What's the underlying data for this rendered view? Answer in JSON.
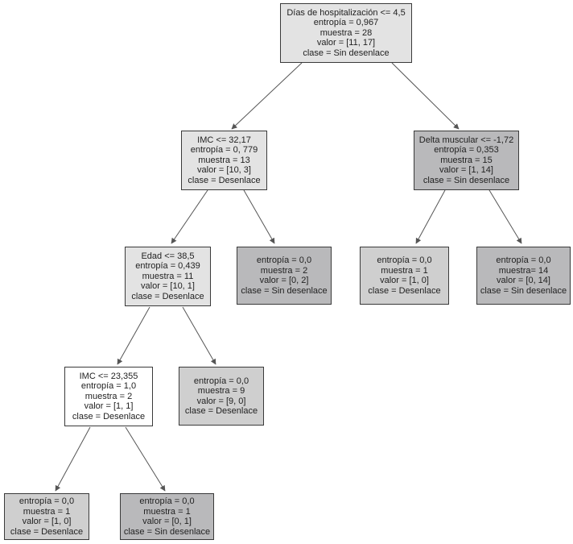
{
  "tree": {
    "root": {
      "lines": [
        "Días de hospitalización <= 4,5",
        "entropía = 0,967",
        "muestra = 28",
        "valor = [11, 17]",
        "clase = Sin desenlace"
      ]
    },
    "imc_1": {
      "lines": [
        "IMC <= 32,17",
        "entropía = 0, 779",
        "muestra = 13",
        "valor = [10, 3]",
        "clase = Desenlace"
      ]
    },
    "delta_muscular": {
      "lines": [
        "Delta muscular <= -1,72",
        "entropía = 0,353",
        "muestra = 15",
        "valor = [1, 14]",
        "clase = Sin desenlace"
      ]
    },
    "edad": {
      "lines": [
        "Edad <= 38,5",
        "entropía = 0,439",
        "muestra = 11",
        "valor = [10, 1]",
        "clase = Desenlace"
      ]
    },
    "leaf_imc_right": {
      "lines": [
        "entropía = 0,0",
        "muestra = 2",
        "valor = [0, 2]",
        "clase = Sin desenlace"
      ]
    },
    "leaf_delta_left": {
      "lines": [
        "entropía = 0,0",
        "muestra = 1",
        "valor = [1, 0]",
        "clase = Desenlace"
      ]
    },
    "leaf_delta_right": {
      "lines": [
        "entropía = 0,0",
        "muestra= 14",
        "valor = [0, 14]",
        "clase = Sin desenlace"
      ]
    },
    "imc_2": {
      "lines": [
        "IMC <= 23,355",
        "entropía = 1,0",
        "muestra = 2",
        "valor = [1, 1]",
        "clase = Desenlace"
      ]
    },
    "leaf_edad_right": {
      "lines": [
        "entropía = 0,0",
        "muestra = 9",
        "valor = [9, 0]",
        "clase = Desenlace"
      ]
    },
    "leaf_imc2_left": {
      "lines": [
        "entropía = 0,0",
        "muestra = 1",
        "valor = [1, 0]",
        "clase = Desenlace"
      ]
    },
    "leaf_imc2_right": {
      "lines": [
        "entropía = 0,0",
        "muestra = 1",
        "valor = [0, 1]",
        "clase = Sin desenlace"
      ]
    }
  }
}
